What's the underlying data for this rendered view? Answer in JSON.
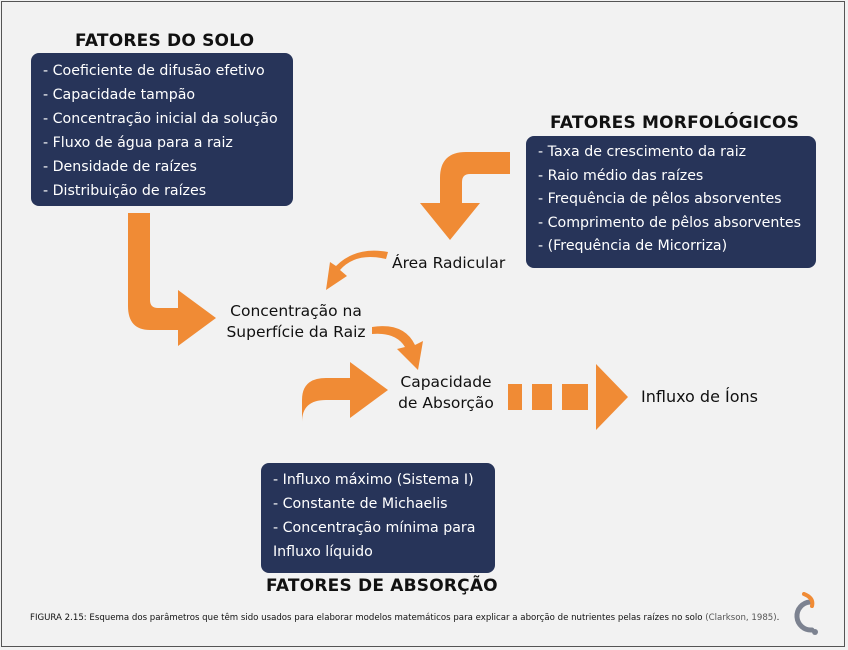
{
  "solo": {
    "title": "FATORES DO SOLO",
    "items": [
      "- Coeficiente de difusão efetivo",
      "- Capacidade tampão",
      "- Concentração inicial da solução",
      "- Fluxo de água para a raiz",
      "- Densidade de raízes",
      "- Distribuição de raízes"
    ]
  },
  "morfologicos": {
    "title": "FATORES MORFOLÓGICOS",
    "items": [
      "- Taxa de crescimento da raiz",
      "- Raio médio das raízes",
      "- Frequência de pêlos absorventes",
      "- Comprimento de pêlos absorventes",
      "- (Frequência de Micorriza)"
    ]
  },
  "absorcao": {
    "title": "FATORES DE ABSORÇÃO",
    "items": [
      "- Influxo máximo (Sistema I)",
      "- Constante de Michaelis",
      "- Concentração mínima para",
      "Influxo líquido"
    ]
  },
  "nodes": {
    "area": "Área Radicular",
    "concentracao_1": "Concentração na",
    "concentracao_2": "Superfície da Raiz",
    "capacidade_1": "Capacidade",
    "capacidade_2": "de Absorção",
    "influxo": "Influxo de Íons"
  },
  "caption": {
    "text": "FIGURA 2.15: Esquema dos parâmetros que têm sido usados para elaborar modelos matemáticos para explicar a aborção de nutrientes pelas raízes no solo ",
    "ref": "(Clarkson, 1985)",
    "end": "."
  },
  "colors": {
    "box": "#273459",
    "arrow": "#f08b35",
    "background": "#f2f2f2"
  }
}
